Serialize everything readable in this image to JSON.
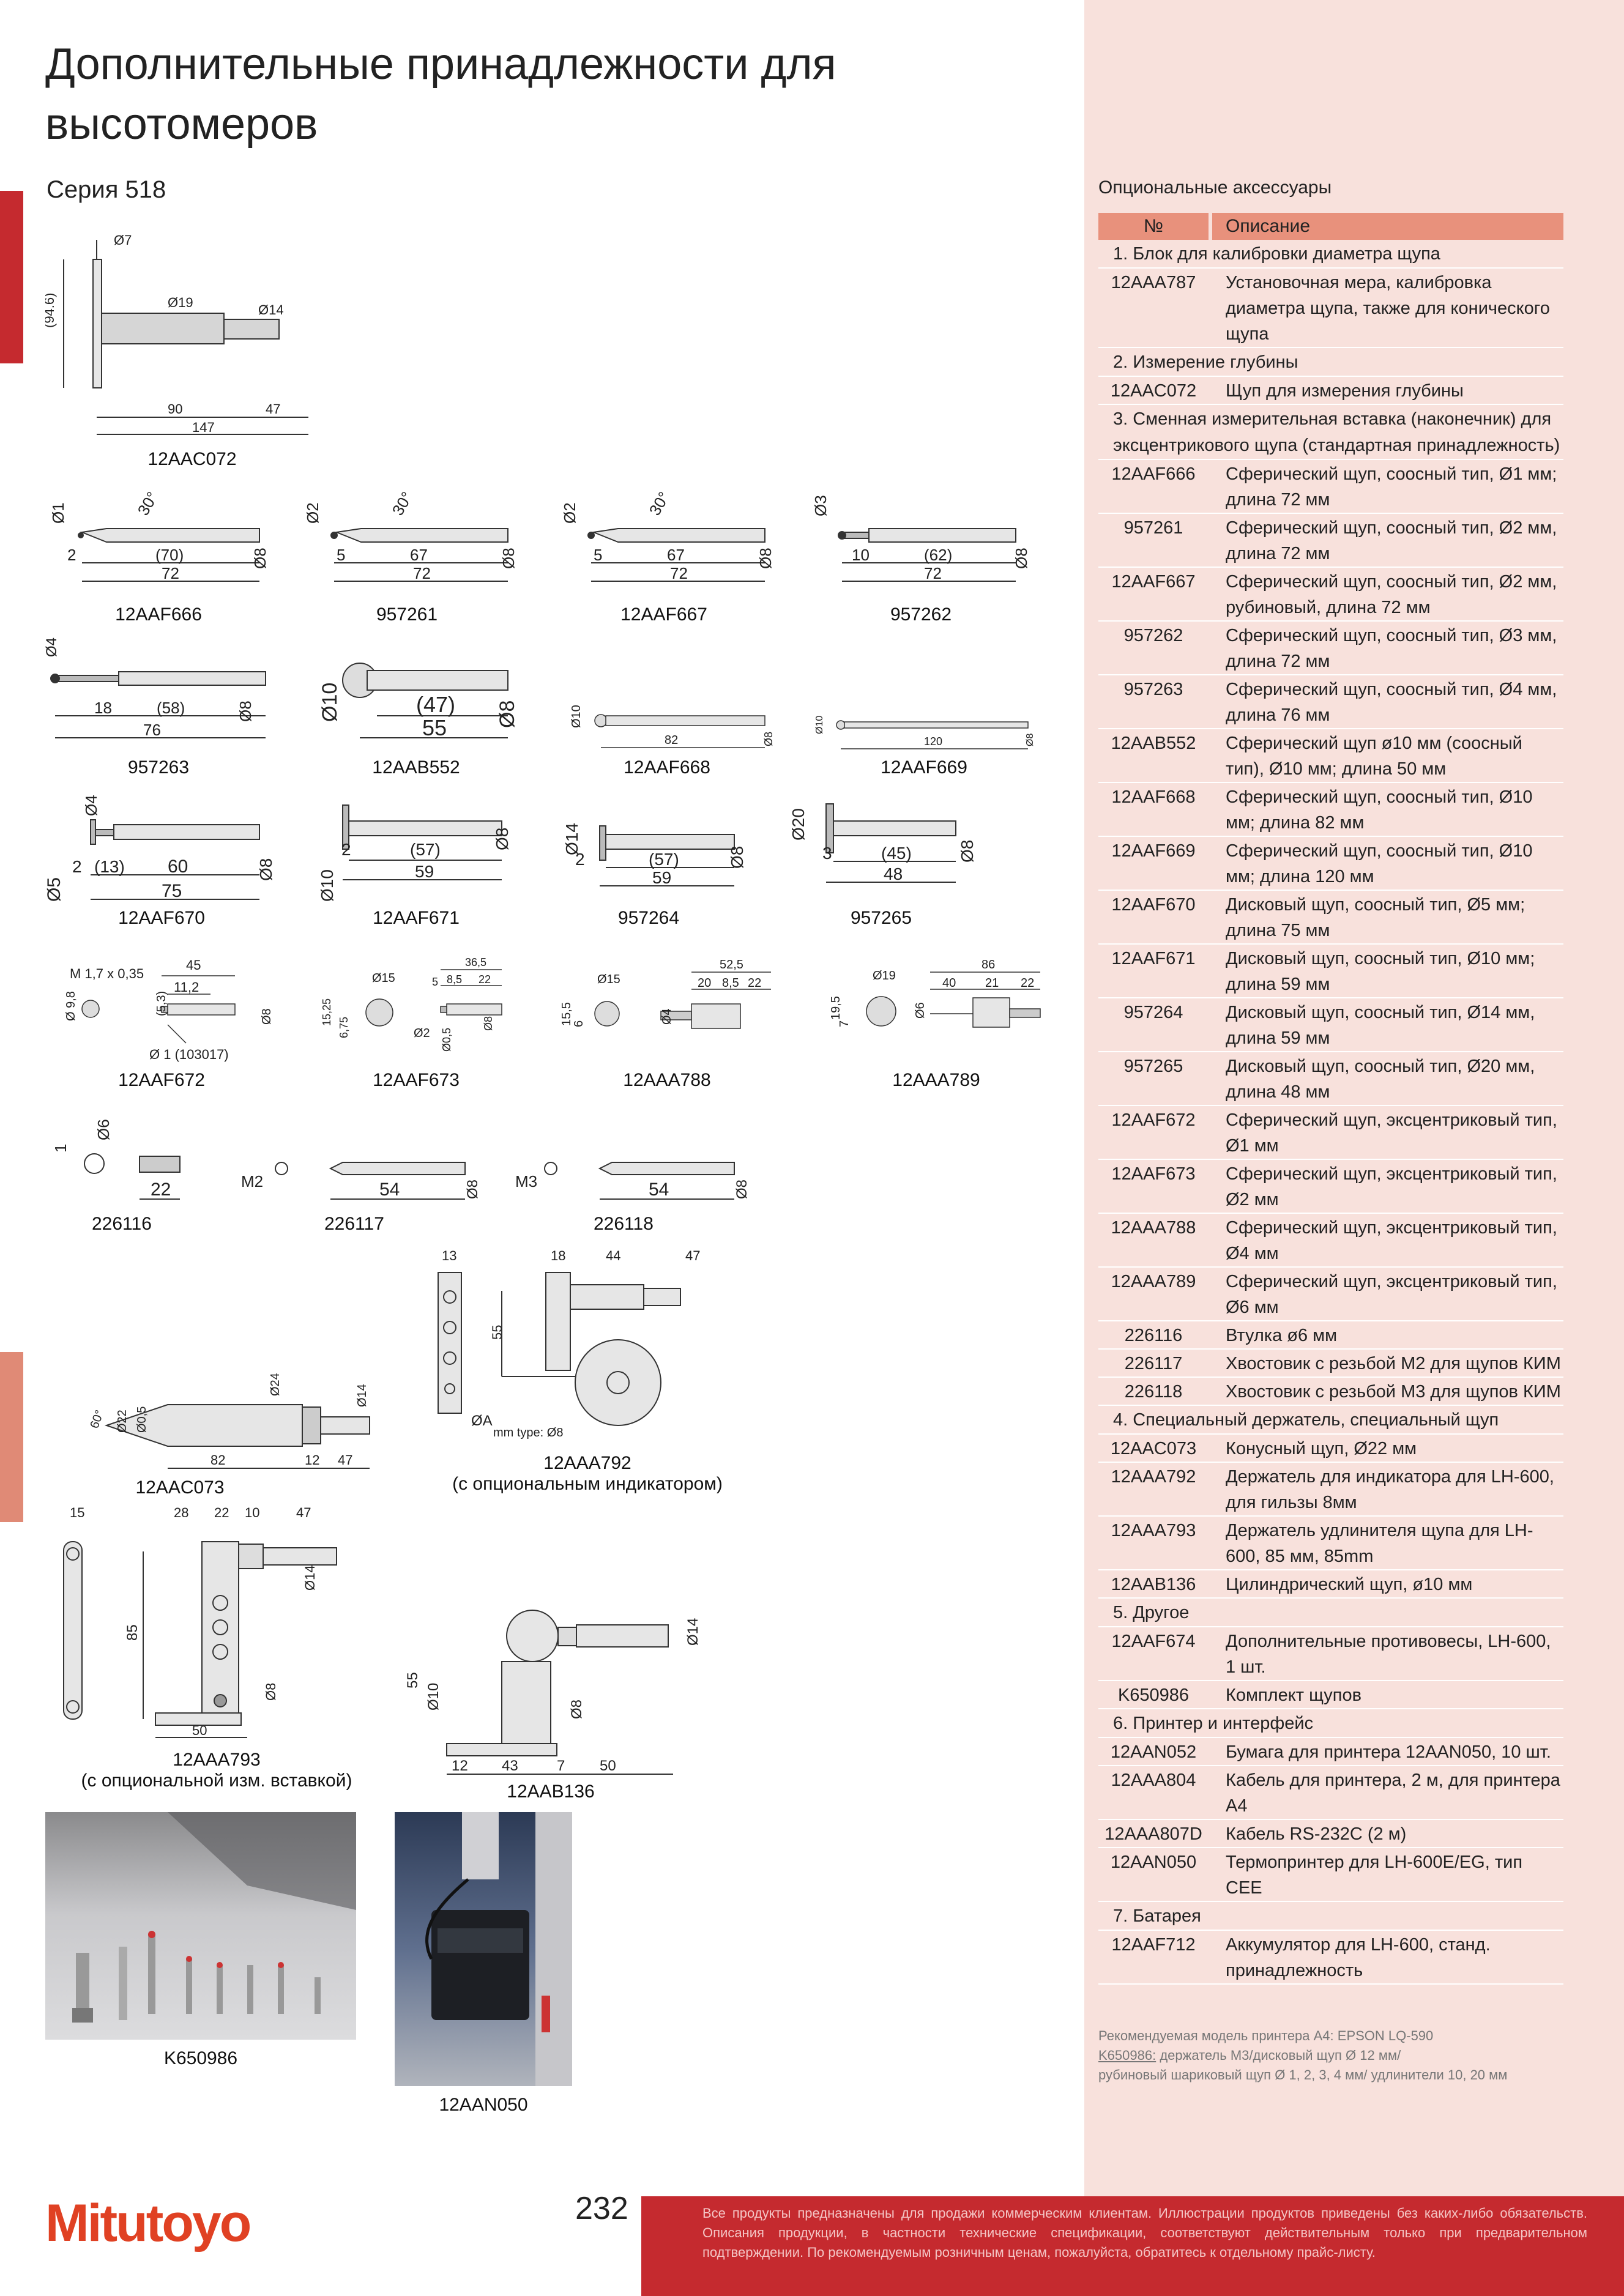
{
  "page": {
    "title_line1": "Дополнительные принадлежности для",
    "title_line2": "высотомеров",
    "series": "Серия 518",
    "page_number": "232",
    "brand": "Mitutoyo",
    "disclaimer": "Все продукты предназначены для продажи коммерческим клиентам. Иллюстрации продуктов приведены без каких-либо обязательств. Описания продукции, в частности технические спецификации, соответствуют действительным только при предварительном подтверждении. По рекомендуемым розничным ценам, пожалуйста, обратитесь к отдельному прайс-листу."
  },
  "drawings": {
    "aac072": {
      "code": "12AAC072",
      "d7": "Ø7",
      "d19": "Ø19",
      "d14": "Ø14",
      "h": "(94.6)",
      "l90": "90",
      "l47": "47",
      "l147": "147"
    },
    "aaf666": {
      "code": "12AAF666",
      "d": "Ø1",
      "ang": "30°",
      "a": "2",
      "b": "(70)",
      "c": "72",
      "e": "Ø8"
    },
    "s957261": {
      "code": "957261",
      "d": "Ø2",
      "ang": "30°",
      "a": "5",
      "b": "67",
      "c": "72",
      "e": "Ø8"
    },
    "aaf667": {
      "code": "12AAF667",
      "d": "Ø2",
      "ang": "30°",
      "a": "5",
      "b": "67",
      "c": "72",
      "e": "Ø8"
    },
    "s957262": {
      "code": "957262",
      "d": "Ø3",
      "a": "10",
      "b": "(62)",
      "c": "72",
      "e": "Ø8"
    },
    "s957263": {
      "code": "957263",
      "d": "Ø4",
      "a": "18",
      "b": "(58)",
      "c": "76",
      "e": "Ø8"
    },
    "aab552": {
      "code": "12AAB552",
      "d": "Ø10",
      "b": "(47)",
      "c": "55",
      "e": "Ø8"
    },
    "aaf668": {
      "code": "12AAF668",
      "d": "Ø10",
      "c": "82",
      "e": "Ø8"
    },
    "aaf669": {
      "code": "12AAF669",
      "d": "Ø10",
      "c": "120",
      "e": "Ø8"
    },
    "aaf670": {
      "code": "12AAF670",
      "d4": "Ø4",
      "d5": "Ø5",
      "a": "2",
      "a2": "(13)",
      "b": "60",
      "c": "75",
      "e": "Ø8"
    },
    "aaf671": {
      "code": "12AAF671",
      "d": "Ø10",
      "a": "2",
      "b": "(57)",
      "c": "59",
      "e": "Ø8"
    },
    "s957264": {
      "code": "957264",
      "d": "Ø14",
      "a": "2",
      "b": "(57)",
      "c": "59",
      "e": "Ø8"
    },
    "s957265": {
      "code": "957265",
      "d": "Ø20",
      "a": "3",
      "b": "(45)",
      "c": "48",
      "e": "Ø8"
    },
    "aaf672": {
      "code": "12AAF672",
      "m": "M 1,7 x 0,35",
      "l45": "45",
      "l11": "11,2",
      "d98": "Ø 9,8",
      "d53": "(5,3)",
      "d1": "Ø 1 (103017)",
      "e": "Ø8"
    },
    "aaf673": {
      "code": "12AAF673",
      "d15": "Ø15",
      "h1": "15,25",
      "h2": "6,75",
      "d2": "Ø2",
      "d015": "Ø0,5",
      "l5": "5",
      "l365": "36,5",
      "l85": "8,5",
      "l22": "22",
      "e": "Ø8"
    },
    "aaa788": {
      "code": "12AAA788",
      "d15": "Ø15",
      "h": "15,5",
      "h6": "6",
      "d4": "Ø4",
      "l525": "52,5",
      "l20": "20",
      "l85": "8,5",
      "l22": "22"
    },
    "aaa789": {
      "code": "12AAA789",
      "d19": "Ø19",
      "h": "19,5",
      "h7": "7",
      "d6": "Ø6",
      "l86": "86",
      "l40": "40",
      "l21": "21",
      "l22": "22"
    },
    "s226116": {
      "code": "226116",
      "a": "1",
      "d": "Ø6",
      "c": "22"
    },
    "s226117": {
      "code": "226117",
      "m": "M2",
      "c": "54",
      "e": "Ø8"
    },
    "s226118": {
      "code": "226118",
      "m": "M3",
      "c": "54",
      "e": "Ø8"
    },
    "aac073": {
      "code": "12AAC073",
      "ang": "60°",
      "d22": "Ø22",
      "d05": "Ø0,5",
      "d24": "Ø24",
      "d14": "Ø14",
      "l82": "82",
      "l12": "12",
      "l47": "47"
    },
    "aaa792": {
      "code": "12AAA792",
      "note": "(с опциональным индикатором)",
      "l13": "13",
      "l18": "18",
      "l44": "44",
      "l47": "47",
      "l55": "55",
      "da": "ØA",
      "mm": "mm type: Ø8"
    },
    "aaa793": {
      "code": "12AAA793",
      "note": "(с опциональной изм. вставкой)",
      "l15": "15",
      "l28": "28",
      "l22": "22",
      "l10": "10",
      "l47": "47",
      "l85": "85",
      "d14": "Ø14",
      "d8": "Ø8",
      "l50": "50"
    },
    "aab136": {
      "code": "12AAB136",
      "d14": "Ø14",
      "l55": "55",
      "d10": "Ø10",
      "d8": "Ø8",
      "l12": "12",
      "l43": "43",
      "l7": "7",
      "l50": "50"
    },
    "photo1": {
      "code": "K650986"
    },
    "photo2": {
      "code": "12AAN050"
    }
  },
  "right": {
    "heading": "Опциональные аксессуары",
    "col_no": "№",
    "col_desc": "Описание",
    "footnote1": "Рекомендуемая модель принтера A4: EPSON LQ-590",
    "footnote2_u": "K650986:",
    "footnote2": " держатель M3/дисковый щуп Ø 12 мм/",
    "footnote3": "рубиновый шариковый щуп Ø 1, 2, 3, 4 мм/ удлинители 10, 20 мм",
    "rows": [
      {
        "sec": "1. Блок для калибровки диаметра щупа"
      },
      {
        "no": "12AAA787",
        "desc": "Установочная мера, калибровка диаметра щупа, также для конического щупа"
      },
      {
        "sec": "2. Измерение глубины"
      },
      {
        "no": "12AAC072",
        "desc": "Щуп для измерения глубины"
      },
      {
        "sec": "3. Сменная измерительная вставка (наконечник) для эксцентрикового щупа (стандартная принадлежность)"
      },
      {
        "no": "12AAF666",
        "desc": "Сферический щуп, соосный тип, Ø1 мм; длина 72 мм"
      },
      {
        "no": "957261",
        "desc": "Сферический щуп, соосный тип, Ø2 мм, длина 72 мм"
      },
      {
        "no": "12AAF667",
        "desc": "Сферический щуп, соосный тип, Ø2 мм, рубиновый, длина 72 мм"
      },
      {
        "no": "957262",
        "desc": "Сферический щуп, соосный тип, Ø3 мм, длина 72 мм"
      },
      {
        "no": "957263",
        "desc": "Сферический щуп, соосный тип, Ø4 мм, длина 76 мм"
      },
      {
        "no": "12AAB552",
        "desc": "Сферический щуп ø10 мм (соосный тип), Ø10 мм; длина 50 мм"
      },
      {
        "no": "12AAF668",
        "desc": "Сферический щуп, соосный тип, Ø10 мм; длина 82 мм"
      },
      {
        "no": "12AAF669",
        "desc": "Сферический щуп, соосный тип, Ø10 мм; длина 120 мм"
      },
      {
        "no": "12AAF670",
        "desc": "Дисковый щуп, соосный тип, Ø5 мм; длина 75 мм"
      },
      {
        "no": "12AAF671",
        "desc": "Дисковый щуп, соосный тип, Ø10 мм; длина 59 мм"
      },
      {
        "no": "957264",
        "desc": "Дисковый щуп, соосный тип, Ø14 мм, длина 59 мм"
      },
      {
        "no": "957265",
        "desc": "Дисковый щуп, соосный тип, Ø20 мм, длина 48 мм"
      },
      {
        "no": "12AAF672",
        "desc": "Сферический щуп, эксцентриковый тип, Ø1 мм"
      },
      {
        "no": "12AAF673",
        "desc": "Сферический щуп, эксцентриковый тип, Ø2 мм"
      },
      {
        "no": "12AAA788",
        "desc": "Сферический щуп, эксцентриковый тип, Ø4 мм"
      },
      {
        "no": "12AAA789",
        "desc": "Сферический щуп, эксцентриковый тип, Ø6 мм"
      },
      {
        "no": "226116",
        "desc": "Втулка ø6 мм"
      },
      {
        "no": "226117",
        "desc": "Хвостовик с резьбой M2 для щупов КИМ"
      },
      {
        "no": "226118",
        "desc": "Хвостовик с резьбой M3 для щупов КИМ"
      },
      {
        "sec": "4. Специальный держатель, специальный щуп"
      },
      {
        "no": "12AAC073",
        "desc": "Конусный щуп, Ø22 мм"
      },
      {
        "no": "12AAA792",
        "desc": "Держатель для индикатора для LH-600, для гильзы 8мм"
      },
      {
        "no": "12AAA793",
        "desc": "Держатель удлинителя щупа для LH-600, 85 мм, 85mm"
      },
      {
        "no": "12AAB136",
        "desc": "Цилиндрический щуп, ø10 мм"
      },
      {
        "sec": "5. Другое"
      },
      {
        "no": "12AAF674",
        "desc": "Дополнительные противовесы, LH-600, 1 шт."
      },
      {
        "no": "K650986",
        "desc": "Комплект щупов"
      },
      {
        "sec": "6. Принтер и интерфейс"
      },
      {
        "no": "12AAN052",
        "desc": "Бумага для принтера 12AAN050, 10 шт."
      },
      {
        "no": "12AAA804",
        "desc": "Кабель для принтера, 2 м, для принтера A4"
      },
      {
        "no": "12AAA807D",
        "desc": "Кабель RS-232C (2 м)"
      },
      {
        "no": "12AAN050",
        "desc": "Термопринтер для LH-600E/EG, тип CEE"
      },
      {
        "sec": "7. Батарея"
      },
      {
        "no": "12AAF712",
        "desc": "Аккумулятор для LH-600, станд. принадлежность"
      }
    ]
  }
}
